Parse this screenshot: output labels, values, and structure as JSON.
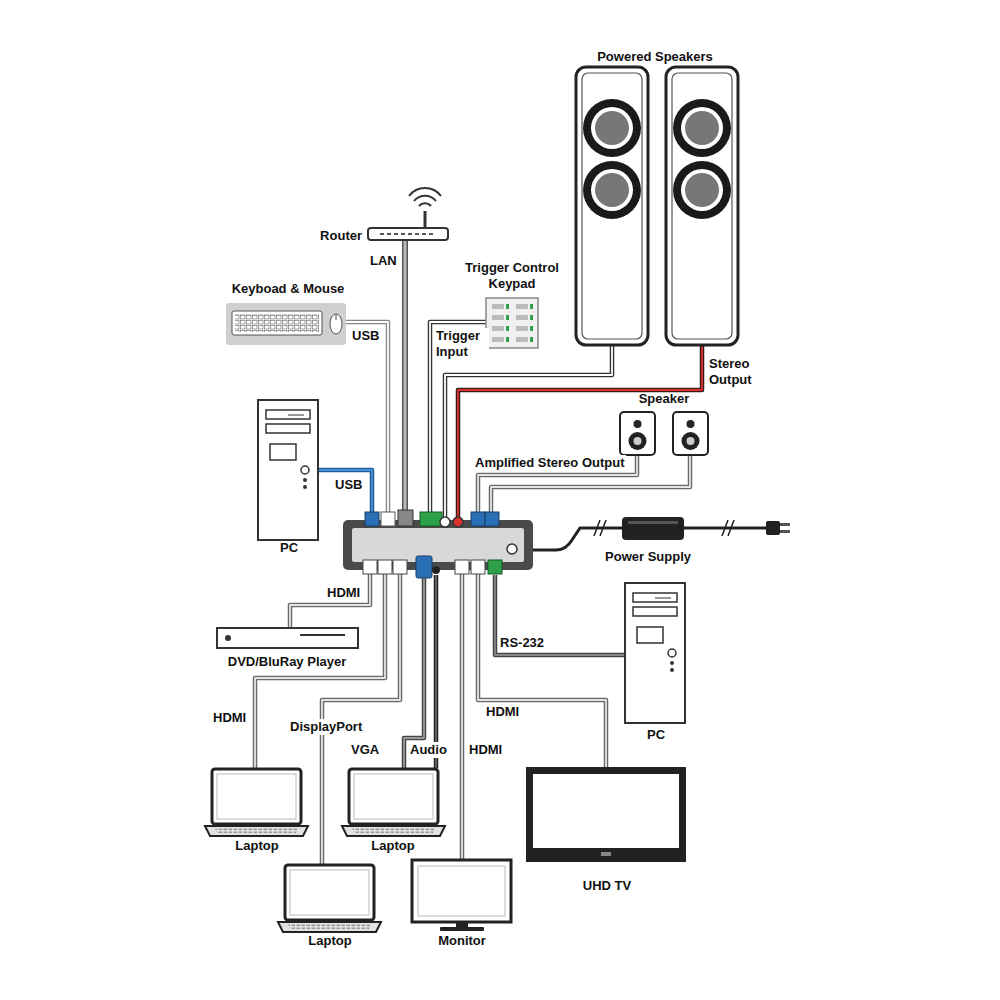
{
  "diagram": {
    "nodes": [
      {
        "text": [
          "Powered Speakers"
        ]
      },
      {
        "text": [
          "Router"
        ]
      },
      {
        "text": [
          "Trigger Control Keypad"
        ]
      },
      {
        "text": [
          "Keyboad & Mouse"
        ]
      },
      {
        "text": [
          "Speaker"
        ]
      },
      {
        "text": [
          "PC"
        ]
      },
      {
        "text": [
          "Power Supply"
        ]
      },
      {
        "text": [
          "DVD/BluRay Player"
        ]
      },
      {
        "text": [
          "PC"
        ]
      },
      {
        "text": [
          "Laptop"
        ]
      },
      {
        "text": [
          "Laptop"
        ]
      },
      {
        "text": [
          "UHD TV"
        ]
      },
      {
        "text": [
          "Laptop"
        ]
      },
      {
        "text": [
          "Monitor"
        ]
      }
    ],
    "labels": [
      "LAN",
      "Trigger Input",
      "USB",
      "Stereo Output",
      "Amplified Stereo Output",
      "USB",
      "HDMI",
      "RS-232",
      "HDMI",
      "HDMI",
      "DisplayPort",
      "VGA",
      "Audio",
      "HDMI"
    ]
  }
}
